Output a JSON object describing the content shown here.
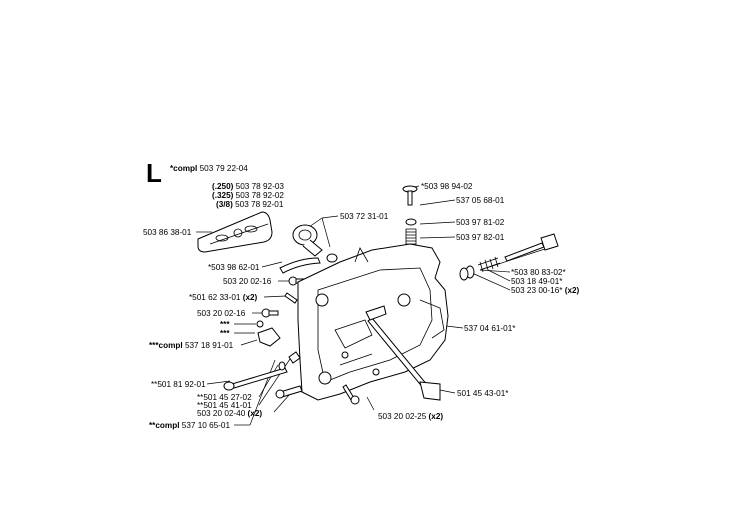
{
  "section_letter": "L",
  "header": {
    "prefix": "*compl",
    "number": "503 79 22-04"
  },
  "labels": [
    {
      "id": "bar-250",
      "bold": "(.250)",
      "text": " 503 78 92-03"
    },
    {
      "id": "bar-325",
      "bold": "(.325)",
      "text": " 503 78 92-02"
    },
    {
      "id": "bar-38",
      "bold": "(3/8)",
      "text": " 503 78 92-01"
    },
    {
      "id": "plate",
      "bold": "",
      "text": "503 86 38-01"
    },
    {
      "id": "cover",
      "bold": "",
      "text": "503 72 31-01"
    },
    {
      "id": "screw-top",
      "bold": "",
      "text": "*503 98 94-02"
    },
    {
      "id": "knob-top",
      "bold": "",
      "text": "537 05 68-01"
    },
    {
      "id": "washer-top",
      "bold": "",
      "text": "503 97 81-02"
    },
    {
      "id": "spring-top",
      "bold": "",
      "text": "503 97 82-01"
    },
    {
      "id": "tube",
      "bold": "",
      "text": "*503 98 62-01"
    },
    {
      "id": "screw-1",
      "bold": "",
      "text": "503 20 02-16"
    },
    {
      "id": "pin",
      "bold": "",
      "text": "*501 62 33-01",
      "suffix": " (x2)"
    },
    {
      "id": "screw-2",
      "bold": "",
      "text": "503 20 02-16"
    },
    {
      "id": "star-a",
      "bold": "***",
      "text": ""
    },
    {
      "id": "star-b",
      "bold": "***",
      "text": ""
    },
    {
      "id": "compl-2",
      "bold": "***compl",
      "text": " 537 18 91-01"
    },
    {
      "id": "bolt-long",
      "bold": "",
      "text": "*503 80 83-02*"
    },
    {
      "id": "spring-right",
      "bold": "",
      "text": "503 18 49-01*"
    },
    {
      "id": "washer-right",
      "bold": "",
      "text": "503 23 00-16*",
      "suffix": " (x2)"
    },
    {
      "id": "housing",
      "bold": "",
      "text": "537 04 61-01*"
    },
    {
      "id": "rod-1",
      "bold": "",
      "text": "**501 81 92-01"
    },
    {
      "id": "rod-2",
      "bold": "",
      "text": "**501 45 27-02"
    },
    {
      "id": "rod-3",
      "bold": "",
      "text": "**501 45 41-01"
    },
    {
      "id": "screw-3",
      "bold": "",
      "text": "503 20 02-40",
      "suffix": " (x2)"
    },
    {
      "id": "compl-3",
      "bold": "**compl",
      "text": " 537 10 65-01"
    },
    {
      "id": "tensioner",
      "bold": "",
      "text": "501 45 43-01*"
    },
    {
      "id": "screw-4",
      "bold": "",
      "text": "503 20 02-25",
      "suffix": " (x2)"
    }
  ]
}
